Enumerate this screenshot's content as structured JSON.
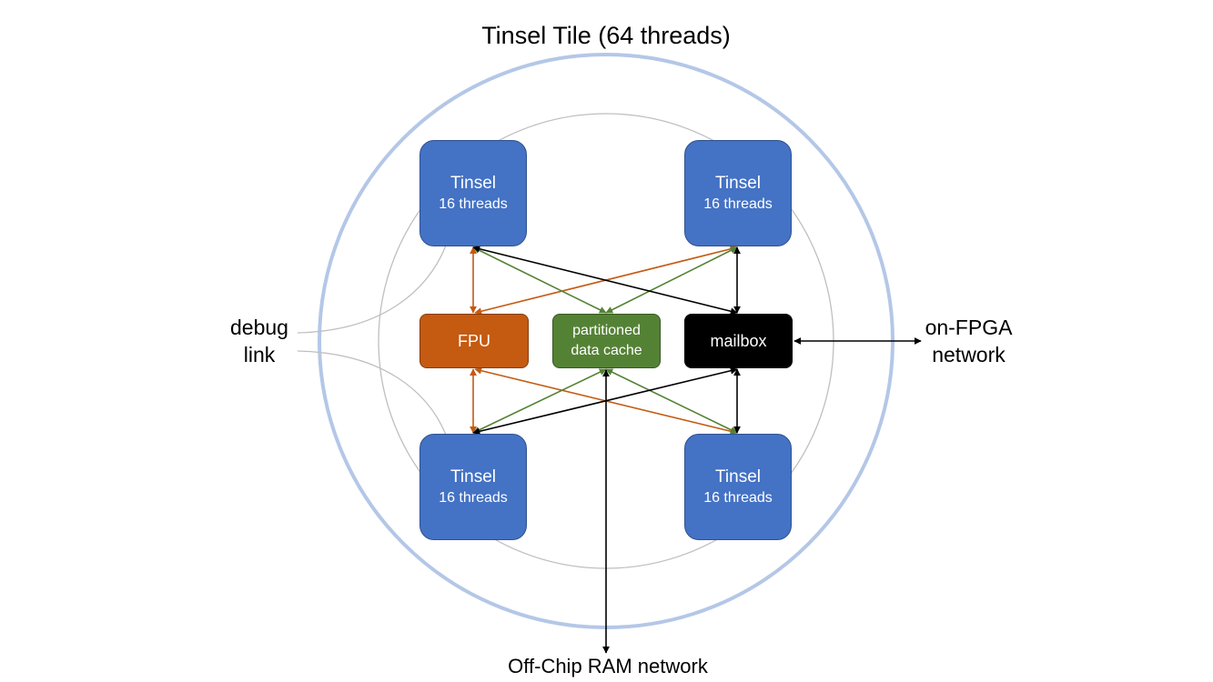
{
  "title": "Tinsel Tile (64 threads)",
  "cores": [
    {
      "name": "Tinsel",
      "threads": "16 threads"
    },
    {
      "name": "Tinsel",
      "threads": "16 threads"
    },
    {
      "name": "Tinsel",
      "threads": "16 threads"
    },
    {
      "name": "Tinsel",
      "threads": "16 threads"
    }
  ],
  "units": {
    "fpu": "FPU",
    "cache_line1": "partitioned",
    "cache_line2": "data cache",
    "mailbox": "mailbox"
  },
  "external": {
    "debug_line1": "debug",
    "debug_line2": "link",
    "fpga_line1": "on-FPGA",
    "fpga_line2": "network",
    "ram": "Off-Chip RAM network"
  },
  "colors": {
    "tile_ring": "#b4c7e7",
    "core": "#4472c4",
    "fpu": "#c55a11",
    "cache": "#548235",
    "mailbox": "#000000",
    "fpu_link": "#c55a11",
    "cache_link": "#548235",
    "mailbox_link": "#000000",
    "debug_ring": "#bfbfbf"
  }
}
